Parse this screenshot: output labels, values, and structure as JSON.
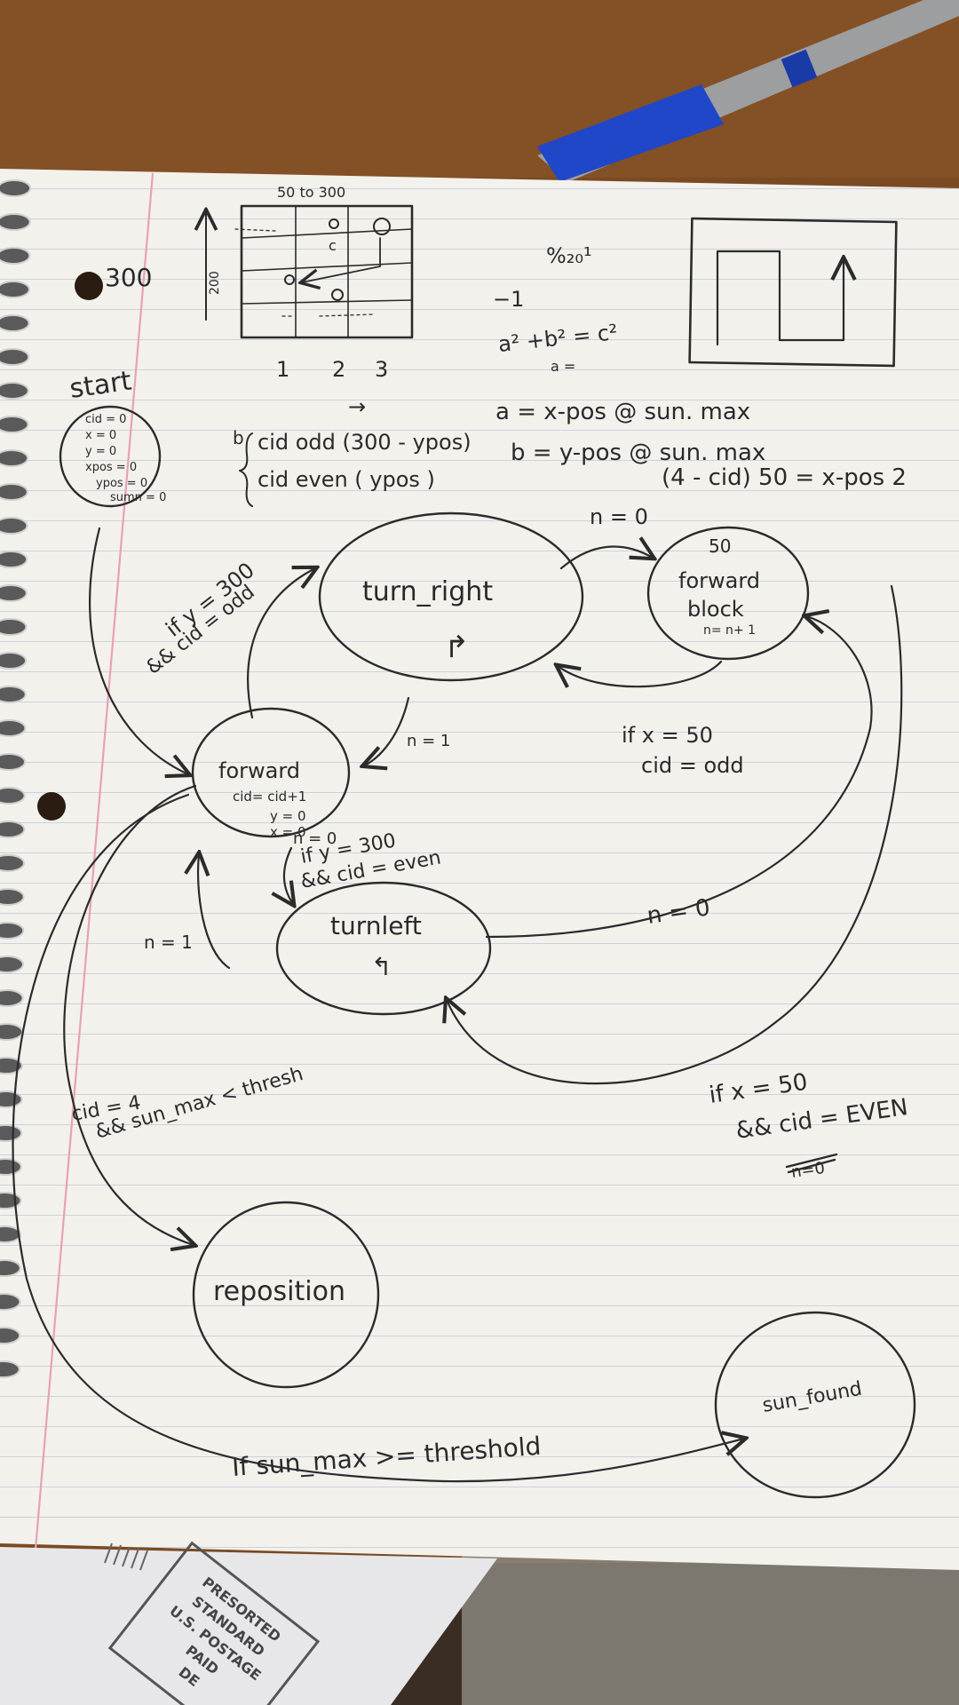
{
  "sketch": {
    "top_axis": "50 to 300",
    "left_value": "300",
    "axis_short": "200",
    "grid_letter": "c",
    "col_labels": [
      "1",
      "2",
      "3"
    ],
    "arrow_hint": "→"
  },
  "math": {
    "frac": "%₂₀¹",
    "minus": "−1",
    "pythagoras": "a² +b² = c²",
    "a_stub": "a =",
    "a_def": "a = x-pos @ sun. max",
    "b_def": "b = y-pos @ sun. max",
    "x_pos2": "(4 - cid) 50 = x-pos 2"
  },
  "cid_rule": {
    "b_label": "b",
    "odd": "cid odd (300 - ypos)",
    "even": "cid even ( ypos )"
  },
  "states": {
    "start_label": "start",
    "start_lines": [
      "cid = 0",
      "x = 0",
      "y = 0",
      "xpos = 0",
      "ypos = 0",
      "sumn = 0"
    ],
    "turn_right": "turn_right",
    "turn_right_glyph": "↱",
    "forward_block_top": "50",
    "forward_block_title1": "forward",
    "forward_block_title2": "block",
    "forward_block_sub": "n= n+ 1",
    "forward": "forward",
    "forward_lines": [
      "cid= cid+1",
      "y = 0",
      "x = 0"
    ],
    "turn_left": "turnleft",
    "turn_left_glyph": "↰",
    "reposition": "reposition",
    "sun_found": "sun_found"
  },
  "transitions": {
    "t_right_cond1": "if y = 300",
    "t_right_cond2": "&& cid = odd",
    "n0_top": "n = 0",
    "n1_right": "n = 1",
    "x50_odd_1": "if x = 50",
    "x50_odd_2": "cid = odd",
    "t_left_n": "n = 0",
    "t_left_cond1": "if y = 300",
    "t_left_cond2": "&& cid = even",
    "n1_left": "n = 1",
    "n0_long": "n = 0",
    "x50_even_1": "if x = 50",
    "x50_even_2": "&& cid = EVEN",
    "scribble": "n=0",
    "repos_cond1": "cid = 4",
    "repos_cond2": "&& sun_max < thresh",
    "sun_cond": "If sun_max >= threshold"
  },
  "envelope": {
    "line1": "PRESORTED",
    "line2": "STANDARD",
    "line3": "U.S. POSTAGE",
    "line4": "PAID",
    "line5": "DE"
  },
  "colors": {
    "desk": "#7a4a22",
    "paper": "#f3f1ec",
    "rule": "#b9c4d6",
    "margin": "#e8a1b3",
    "ink": "#2b2b2b",
    "pen_blue": "#1f47c8"
  }
}
